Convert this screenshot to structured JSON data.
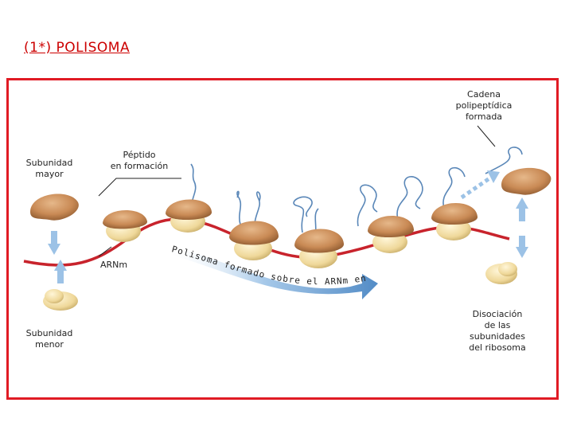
{
  "title": "(1*) POLISOMA",
  "labels": {
    "cadena": [
      "Cadena",
      "polipeptídica",
      "formada"
    ],
    "peptido": [
      "Péptido",
      "en formación"
    ],
    "subunidad_mayor": [
      "Subunidad",
      "mayor"
    ],
    "subunidad_menor": [
      "Subunidad",
      "menor"
    ],
    "arnm": "ARNm",
    "disociacion": [
      "Disociación",
      "de las",
      "subunidades",
      "del ribosoma"
    ],
    "arrow_text": "Polisoma formado sobre el ARNm en traducción"
  },
  "colors": {
    "title": "#cc0000",
    "frame": "#e01b24",
    "large_subunit": "#c98a55",
    "small_subunit": "#f0dca0",
    "mrna": "#c8232c",
    "peptide": "#5a87b8",
    "arrow": "#4a86c5"
  }
}
